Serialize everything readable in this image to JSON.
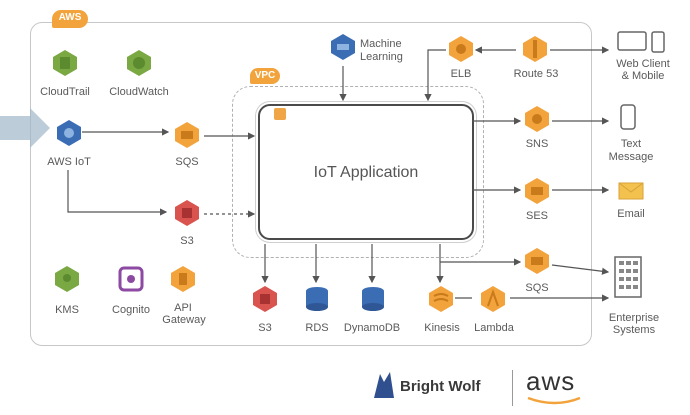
{
  "badges": {
    "aws": "AWS",
    "vpc": "VPC"
  },
  "app": {
    "title": "IoT Application"
  },
  "left_services": {
    "cloudtrail": "CloudTrail",
    "cloudwatch": "CloudWatch",
    "aws_iot": "AWS IoT",
    "sqs": "SQS",
    "s3": "S3",
    "kms": "KMS",
    "cognito": "Cognito",
    "api_gateway_1": "API",
    "api_gateway_2": "Gateway"
  },
  "top_services": {
    "ml_1": "Machine",
    "ml_2": "Learning",
    "elb": "ELB",
    "route53": "Route 53"
  },
  "bottom_services": {
    "s3": "S3",
    "rds": "RDS",
    "dynamodb": "DynamoDB",
    "kinesis": "Kinesis",
    "lambda": "Lambda"
  },
  "right_services": {
    "sns": "SNS",
    "ses": "SES",
    "sqs": "SQS"
  },
  "endpoints": {
    "web_1": "Web Client",
    "web_2": "& Mobile",
    "text_1": "Text",
    "text_2": "Message",
    "email": "Email",
    "ent_1": "Enterprise",
    "ent_2": "Systems"
  },
  "footer": {
    "brightwolf": "Bright Wolf",
    "aws": "aws"
  },
  "colors": {
    "orange": "#f2a33c",
    "green": "#7aa843",
    "purple": "#8c4aa3",
    "blue": "#3b6db5",
    "red": "#d9534f",
    "arrow": "#555555"
  }
}
